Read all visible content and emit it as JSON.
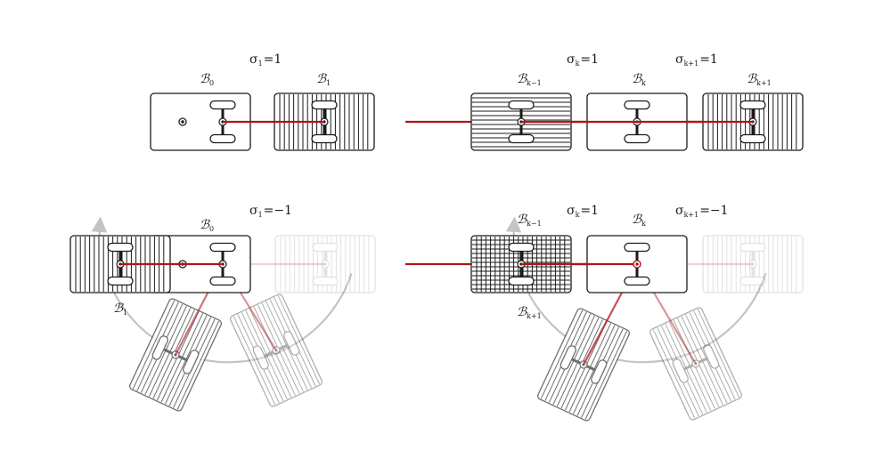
{
  "colors": {
    "body": "#1a1a1a",
    "link": "#b5121b",
    "ghost": "#8a8a8a",
    "arrow": "#c4c4c4"
  },
  "labels": {
    "top_left": {
      "sigma": {
        "sym": "σ",
        "sub": "1",
        "val": "=1"
      },
      "b0": {
        "sym": "ℬ",
        "sub": "0"
      },
      "b1": {
        "sym": "ℬ",
        "sub": "1"
      }
    },
    "top_right": {
      "sigma_k": {
        "sym": "σ",
        "sub": "k",
        "val": "=1"
      },
      "sigma_k1": {
        "sym": "σ",
        "sub": "k+1",
        "val": "=1"
      },
      "bkm1": {
        "sym": "ℬ",
        "sub": "k−1"
      },
      "bk": {
        "sym": "ℬ",
        "sub": "k"
      },
      "bkp1": {
        "sym": "ℬ",
        "sub": "k+1"
      }
    },
    "bottom_left": {
      "sigma": {
        "sym": "σ",
        "sub": "1",
        "val": "=−1"
      },
      "b0": {
        "sym": "ℬ",
        "sub": "0"
      },
      "b1": {
        "sym": "ℬ",
        "sub": "1"
      }
    },
    "bottom_right": {
      "sigma_k": {
        "sym": "σ",
        "sub": "k",
        "val": "=1"
      },
      "sigma_k1": {
        "sym": "σ",
        "sub": "k+1",
        "val": "=−1"
      },
      "bkm1": {
        "sym": "ℬ",
        "sub": "k−1"
      },
      "bk": {
        "sym": "ℬ",
        "sub": "k"
      },
      "bkp1": {
        "sym": "ℬ",
        "sub": "k+1"
      }
    }
  }
}
